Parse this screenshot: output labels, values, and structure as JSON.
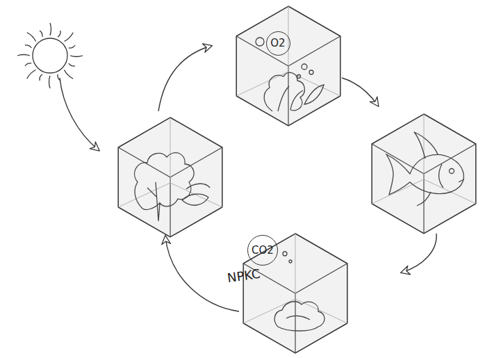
{
  "diagram": {
    "nodes": [
      {
        "text": [
          "O2"
        ]
      },
      {
        "text": [
          "CO2"
        ]
      }
    ],
    "labels": [
      "NPKC"
    ]
  }
}
